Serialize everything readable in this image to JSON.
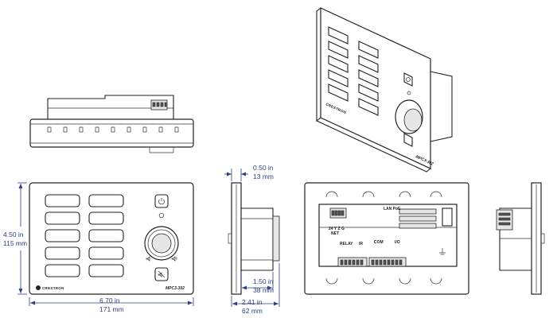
{
  "drawing": {
    "front_labels": {
      "brand": "CRESTRON",
      "model": "MPC3-302"
    },
    "iso_labels": {
      "brand": "CRESTRON",
      "model": "MPC3-302"
    },
    "rear_labels": {
      "net": "NET",
      "net_pins": "24 Y Z G",
      "relay": "RELAY",
      "ir": "IR",
      "com": "COM",
      "io": "I/O",
      "lan": "LAN PoE"
    },
    "dimensions": {
      "height_in": "4.50 in",
      "height_mm": "115 mm",
      "width_in": "6.70 in",
      "width_mm": "171 mm",
      "face_depth_in": "0.50 in",
      "face_depth_mm": "13 mm",
      "body_depth_in": "1.50 in",
      "body_depth_mm": "38 mm",
      "total_depth_in": "2.41 in",
      "total_depth_mm": "62 mm"
    }
  }
}
